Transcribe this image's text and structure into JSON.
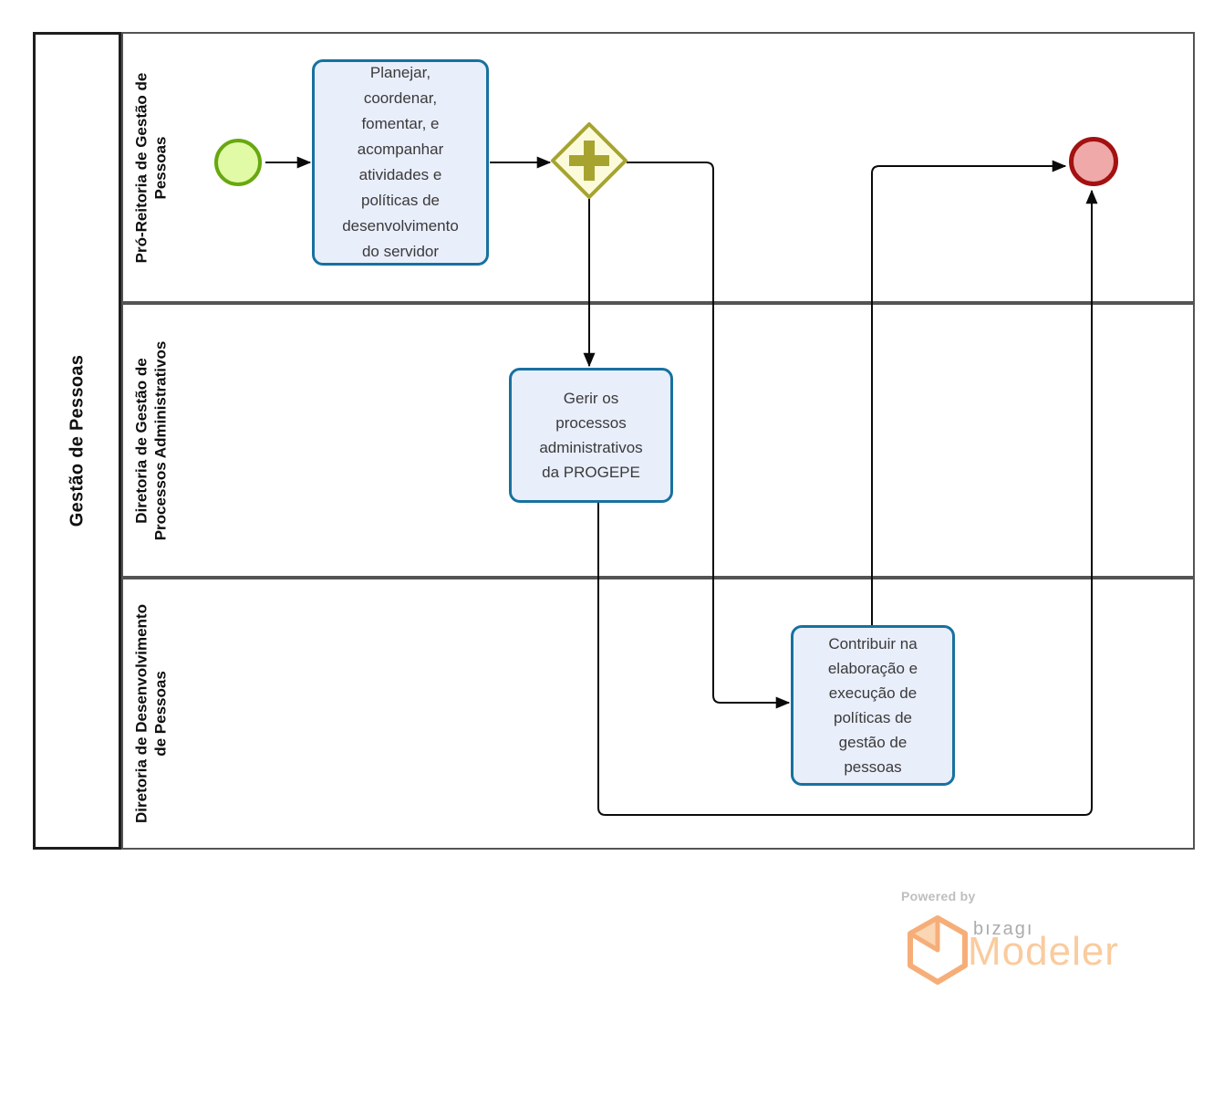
{
  "diagram": {
    "pool": {
      "title": "Gestão de Pessoas"
    },
    "lanes": [
      {
        "label": "Pró-Reitoria de Gestão de\nPessoas"
      },
      {
        "label": "Diretoria de Gestão de\nProcessos Administrativos"
      },
      {
        "label": "Diretoria de Desenvolvimento\nde Pessoas"
      }
    ],
    "nodes": {
      "start_event": {
        "type": "start-event"
      },
      "task_planejar": {
        "label": "Planejar,\ncoordenar,\nfomentar, e\nacompanhar\natividades e\npolíticas de\ndesenvolvimento\ndo servidor"
      },
      "gateway": {
        "type": "parallel-gateway"
      },
      "task_gerir": {
        "label": "Gerir os\nprocessos\nadministrativos\nda PROGEPE"
      },
      "task_contribuir": {
        "label": "Contribuir na\nelaboração e\nexecução de\npolíticas de\ngestão de\npessoas"
      },
      "end_event": {
        "type": "end-event"
      }
    },
    "colors": {
      "task_fill": "#e9eefb",
      "task_border": "#17719f",
      "start_fill": "#e1faa6",
      "start_border": "#67a80f",
      "gateway_fill": "#fbfbdc",
      "gateway_border": "#a6a42f",
      "end_fill": "#efa9a9",
      "end_border": "#a31111",
      "flow_line": "#0a0a0a",
      "lane_border": "#545454",
      "pool_border": "#1e1e1e"
    }
  },
  "branding": {
    "powered_by": "Powered by",
    "brand": "bızagı",
    "product": "Modeler",
    "logo_orange": "#f6ae79",
    "product_orange": "#facb9e",
    "brand_gray": "#ababab"
  }
}
